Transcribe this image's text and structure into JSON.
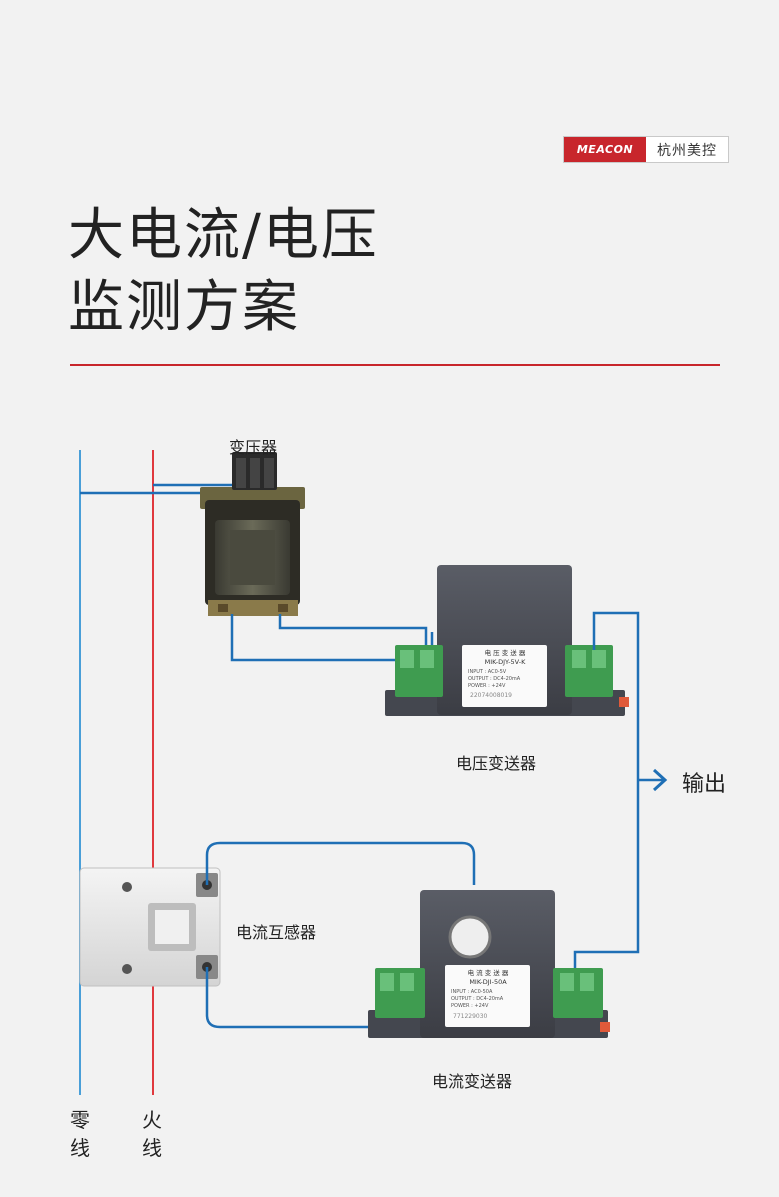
{
  "header": {
    "brand": "MEACON",
    "brand_cn": "杭州美控",
    "title_line1": "大电流/电压",
    "title_line2": "监测方案"
  },
  "diagram": {
    "transformer_label": "变压器",
    "voltage_transmitter_label": "电压变送器",
    "current_transformer_label": "电流互感器",
    "current_transmitter_label": "电流变送器",
    "output_label": "输出",
    "neutral_line_label": "零线",
    "live_line_label": "火线",
    "voltage_device": {
      "title": "电 压 变 送 器",
      "model": "MIK-DJY-5V-K",
      "input": "INPUT : AC0-5V",
      "output": "OUTPUT : DC4-20mA",
      "power": "POWER : +24V",
      "serial": "22074008019"
    },
    "current_device": {
      "title": "电 流 变 送 器",
      "model": "MIK-DJI-50A",
      "input": "INPUT : AC0-50A",
      "output": "OUTPUT : DC4-20mA",
      "power": "POWER : +24V",
      "serial": "771229030"
    },
    "colors": {
      "neutral": "#4a9fd8",
      "live": "#e0393e",
      "wire": "#1f6fb5",
      "accent": "#c8262c"
    }
  }
}
